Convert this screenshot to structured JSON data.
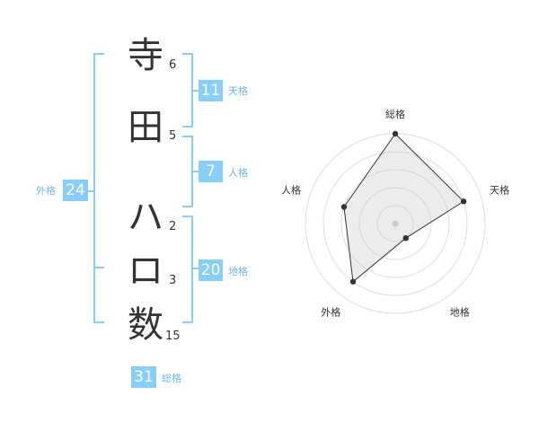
{
  "name": {
    "chars": [
      {
        "char": "寺",
        "strokes": "6"
      },
      {
        "char": "田",
        "strokes": "5"
      },
      {
        "char": "ハ",
        "strokes": "2"
      },
      {
        "char": "ロ",
        "strokes": "3"
      },
      {
        "char": "数",
        "strokes": "15"
      }
    ]
  },
  "grades": {
    "tenkaku": {
      "value": "11",
      "label": "天格"
    },
    "jinkaku": {
      "value": "7",
      "label": "人格"
    },
    "chikaku": {
      "value": "20",
      "label": "地格"
    },
    "gaikaku": {
      "value": "24",
      "label": "外格"
    },
    "soukaku": {
      "value": "31",
      "label": "総格"
    }
  },
  "colors": {
    "accent": "#87cefa",
    "text": "#333333",
    "fill": "#eeeeee"
  },
  "chart_data": {
    "type": "radar",
    "axes": [
      "総格",
      "天格",
      "地格",
      "外格",
      "人格"
    ],
    "values": [
      1.0,
      0.8,
      0.2,
      0.8,
      0.6
    ],
    "max": 1.0,
    "rings": 5
  }
}
